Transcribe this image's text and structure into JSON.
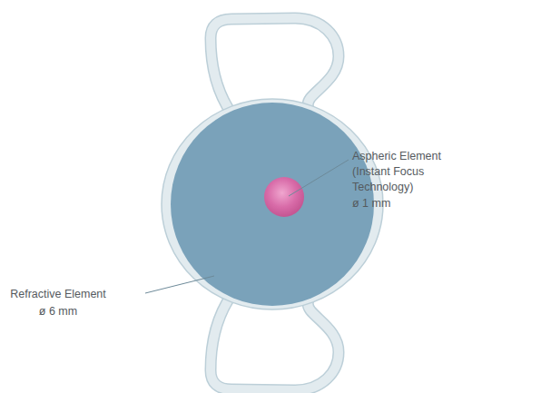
{
  "diagram": {
    "labels": [
      "Refractive Element",
      "ø 6 mm",
      "Aspheric Element (Instant Focus Technology)",
      "ø 1 mm"
    ]
  }
}
